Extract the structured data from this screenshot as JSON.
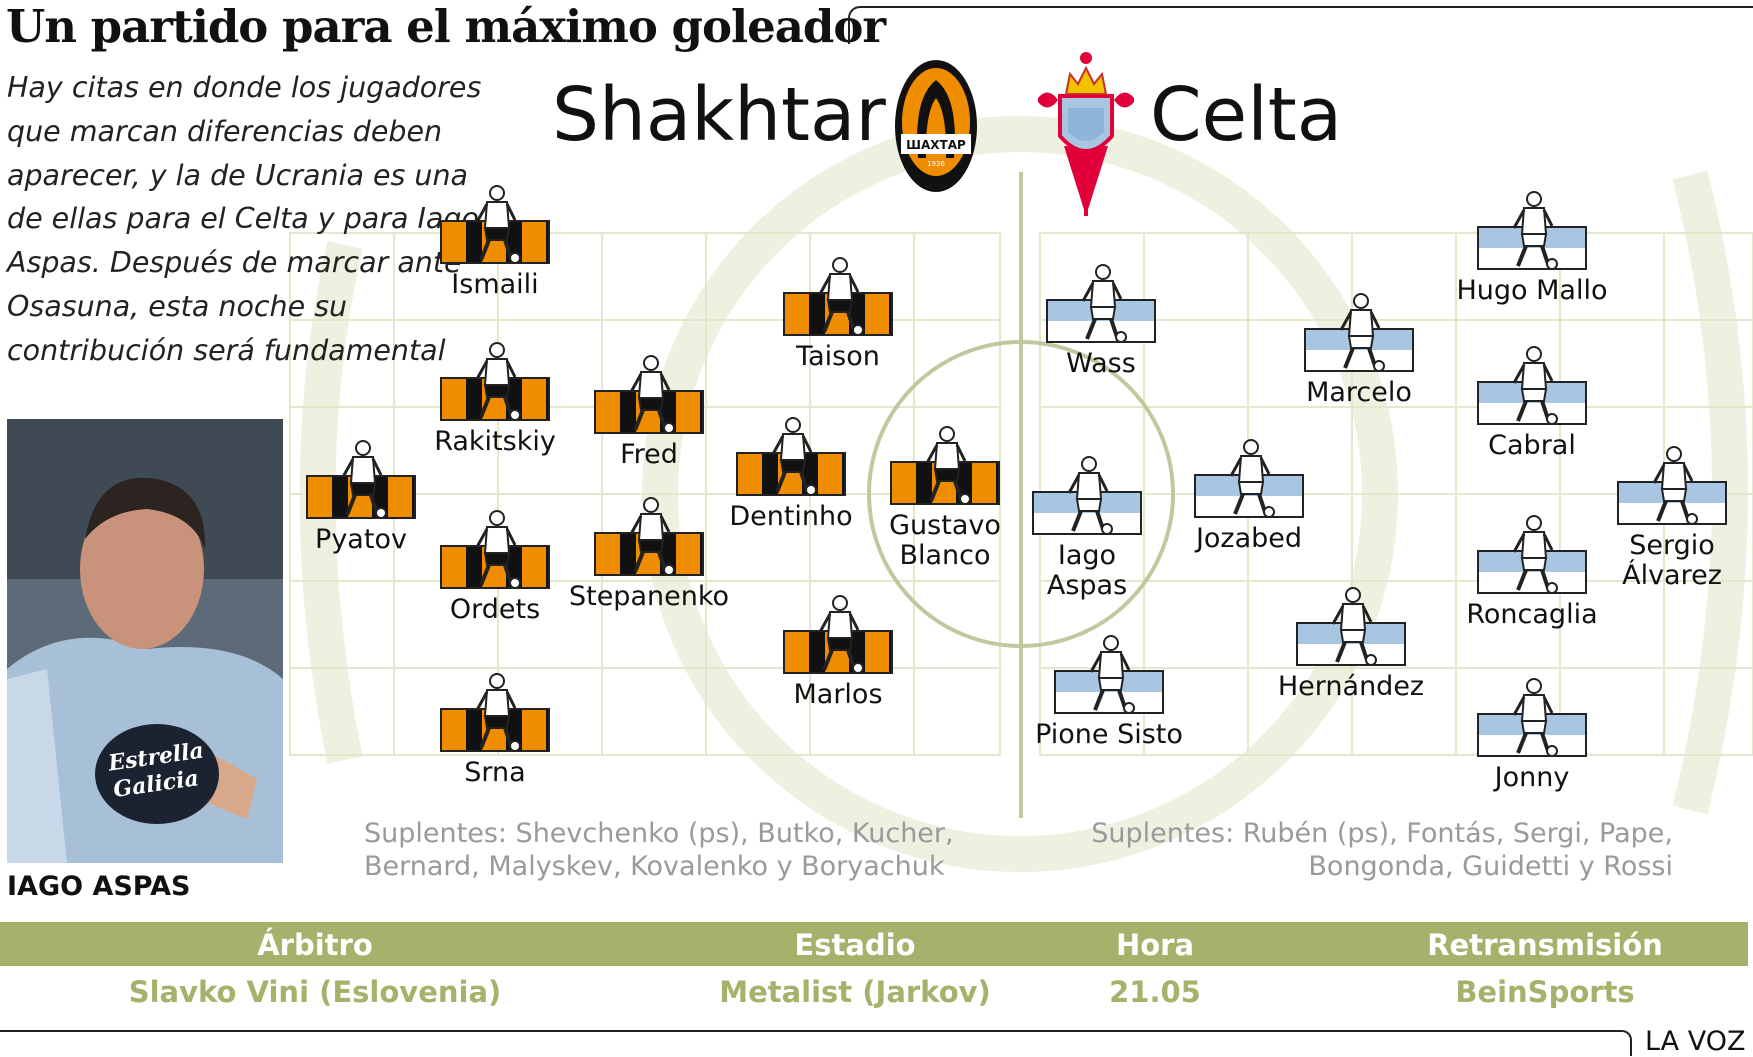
{
  "title": "Un partido para el máximo goleador",
  "intro": "Hay citas en donde los jugadores que marcan diferencias deben aparecer, y la de Ucrania es una de ellas para el Celta y para Iago Aspas. Después de marcar ante Osasuna, esta noche su contribución será fundamental",
  "photo_caption": "IAGO ASPAS",
  "home": {
    "name": "Shakhtar",
    "crest_text": "ШАХТАР",
    "crest_year": "1936",
    "color": "#f08c00",
    "players": [
      "Pyatov",
      "Ismaili",
      "Rakitskiy",
      "Ordets",
      "Srna",
      "Fred",
      "Stepanenko",
      "Taison",
      "Dentinho",
      "Marlos",
      "Gustavo Blanco"
    ],
    "subs_line1": "Suplentes: Shevchenko (ps), Butko, Kucher,",
    "subs_line2": "Bernard, Malyskev, Kovalenko y Boryachuk"
  },
  "away": {
    "name": "Celta",
    "color": "#a8c6e2",
    "players": [
      "Wass",
      "Iago Aspas",
      "Pione Sisto",
      "Jozabed",
      "Marcelo",
      "Hernández",
      "Hugo Mallo",
      "Cabral",
      "Roncaglia",
      "Jonny",
      "Sergio Álvarez"
    ],
    "subs_line1": "Suplentes: Rubén (ps), Fontás, Sergi, Pape,",
    "subs_line2": "Bongonda, Guidetti y Rossi"
  },
  "info": {
    "headers": [
      "Árbitro",
      "Estadio",
      "Hora",
      "Retransmisión"
    ],
    "values": [
      "Slavko Vini (Eslovenia)",
      "Metalist (Jarkov)",
      "21.05",
      "BeinSports"
    ],
    "bar_color": "#a6b26b"
  },
  "brand": "LA VOZ"
}
